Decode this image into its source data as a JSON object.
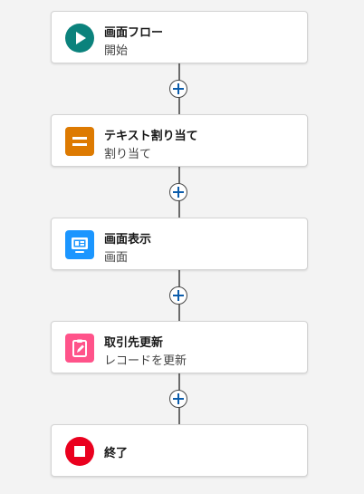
{
  "colors": {
    "start": "#0b827c",
    "assignment": "#dd7a01",
    "screen": "#1b96ff",
    "update": "#ff538a",
    "end": "#ea001e",
    "add_plus": "#0b5cab"
  },
  "nodes": [
    {
      "title": "画面フロー",
      "subtitle": "開始",
      "icon": "play-icon"
    },
    {
      "title": "テキスト割り当て",
      "subtitle": "割り当て",
      "icon": "assignment-icon"
    },
    {
      "title": "画面表示",
      "subtitle": "画面",
      "icon": "screen-icon"
    },
    {
      "title": "取引先更新",
      "subtitle": "レコードを更新",
      "icon": "record-update-icon"
    },
    {
      "title": "終了",
      "subtitle": "",
      "icon": "stop-icon"
    }
  ],
  "add_buttons": [
    "add-element-icon",
    "add-element-icon",
    "add-element-icon",
    "add-element-icon"
  ]
}
